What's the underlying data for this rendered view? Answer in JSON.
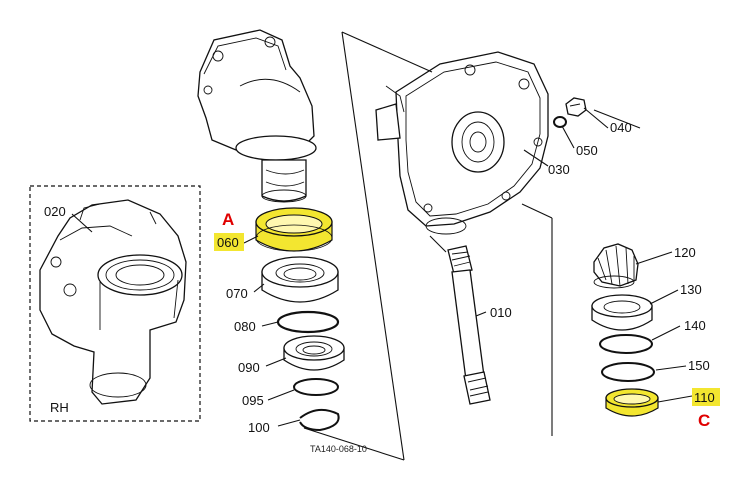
{
  "labels": {
    "p010": "010",
    "p020": "020",
    "p030": "030",
    "p040": "040",
    "p050": "050",
    "p060": "060",
    "p070": "070",
    "p080": "080",
    "p090": "090",
    "p095": "095",
    "p100": "100",
    "p110": "110",
    "p120": "120",
    "p130": "130",
    "p140": "140",
    "p150": "150",
    "rh": "RH",
    "ref": "TA140-068-10"
  },
  "markers": {
    "a": "A",
    "c": "C"
  },
  "colors": {
    "highlight": "#f3e630",
    "marker": "#e00000",
    "ink": "#111111"
  }
}
